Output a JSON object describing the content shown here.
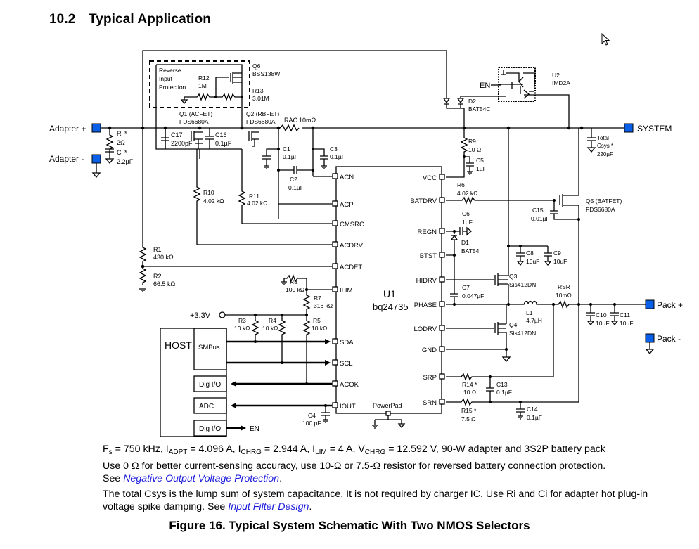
{
  "section": {
    "number": "10.2",
    "title": "Typical Application"
  },
  "schematic": {
    "terminals": {
      "adapter_plus": "Adapter +",
      "adapter_minus": "Adapter -",
      "system": "SYSTEM",
      "pack_plus": "Pack +",
      "pack_minus": "Pack -"
    },
    "terminal_color": "#0a5fe8",
    "protection_box": {
      "line1": "Reverse",
      "line2": "Input",
      "line3": "Protection"
    },
    "components": {
      "q6": {
        "ref": "Q6",
        "part": "BSS138W"
      },
      "r12": {
        "ref": "R12",
        "value": "1M"
      },
      "r13": {
        "ref": "R13",
        "value": "3.01M"
      },
      "q1": {
        "ref": "Q1 (ACFET)",
        "part": "FDS6680A"
      },
      "q2": {
        "ref": "Q2 (RBFET)",
        "part": "FDS6680A"
      },
      "c17": {
        "ref": "C17",
        "value": "2200pF"
      },
      "c16": {
        "ref": "C16",
        "value": "0.1µF"
      },
      "ri": {
        "ref": "Ri *",
        "value": "2Ω"
      },
      "ci": {
        "ref": "Ci *",
        "value": "2.2µF"
      },
      "rac": {
        "ref": "RAC",
        "value": "10mΩ"
      },
      "c1": {
        "ref": "C1",
        "value": "0.1µF"
      },
      "c2": {
        "ref": "C2",
        "value": "0.1µF"
      },
      "c3": {
        "ref": "C3",
        "value": "0.1µF"
      },
      "d2": {
        "ref": "D2",
        "part": "BAT54C"
      },
      "u2": {
        "ref": "U2",
        "part": "IMD2A"
      },
      "en_label": "EN",
      "r9": {
        "ref": "R9",
        "value": "10 Ω"
      },
      "c5": {
        "ref": "C5",
        "value": "1µF"
      },
      "csys": {
        "line1": "Total",
        "line2": "Csys *",
        "value": "220µF"
      },
      "r10": {
        "ref": "R10",
        "value": "4.02 kΩ"
      },
      "r11": {
        "ref": "R11",
        "value": "4.02 kΩ"
      },
      "r1": {
        "ref": "R1",
        "value": "430 kΩ"
      },
      "r2": {
        "ref": "R2",
        "value": "66.5 kΩ"
      },
      "r8": {
        "ref": "R8",
        "value": "100 kΩ"
      },
      "r7": {
        "ref": "R7",
        "value": "316 kΩ"
      },
      "r3": {
        "ref": "R3",
        "value": "10 kΩ"
      },
      "r4": {
        "ref": "R4",
        "value": "10 kΩ"
      },
      "r5": {
        "ref": "R5",
        "value": "10 kΩ"
      },
      "v33": "+3.3V",
      "r6": {
        "ref": "R6",
        "value": "4.02 kΩ"
      },
      "c6": {
        "ref": "C6",
        "value": "1µF"
      },
      "d1": {
        "ref": "D1",
        "part": "BAT54"
      },
      "c7": {
        "ref": "C7",
        "value": "0.047µF"
      },
      "c8": {
        "ref": "C8",
        "value": "10uF"
      },
      "c9": {
        "ref": "C9",
        "value": "10uF"
      },
      "q5": {
        "ref": "Q5 (BATFET)",
        "part": "FDS6680A"
      },
      "c15": {
        "ref": "C15",
        "value": "0.01µF"
      },
      "q3": {
        "ref": "Q3",
        "part": "Sis412DN"
      },
      "q4": {
        "ref": "Q4",
        "part": "Sis412DN"
      },
      "rsr": {
        "ref": "RSR",
        "value": "10mΩ"
      },
      "l1": {
        "ref": "L1",
        "value": "4.7µH"
      },
      "c10": {
        "ref": "C10",
        "value": "10µF"
      },
      "c11": {
        "ref": "C11",
        "value": "10µF"
      },
      "r14": {
        "ref": "R14 *",
        "value": "10 Ω"
      },
      "r15": {
        "ref": "R15 *",
        "value": "7.5 Ω"
      },
      "c13": {
        "ref": "C13",
        "value": "0.1µF"
      },
      "c14": {
        "ref": "C14",
        "value": "0.1µF"
      },
      "c4": {
        "ref": "C4",
        "value": "100 pF"
      }
    },
    "ic": {
      "ref": "U1",
      "part": "bq24735",
      "left_pins": [
        "ACN",
        "ACP",
        "CMSRC",
        "ACDRV",
        "ACDET",
        "ILIM",
        "SDA",
        "SCL",
        "ACOK",
        "IOUT"
      ],
      "right_pins": [
        "VCC",
        "BATDRV",
        "REGN",
        "BTST",
        "HIDRV",
        "PHASE",
        "LODRV",
        "GND",
        "SRP",
        "SRN"
      ],
      "powerpad": "PowerPad"
    },
    "host": {
      "title": "HOST",
      "blocks": [
        "SMBus",
        "Dig I/O",
        "ADC",
        "Dig I/O"
      ],
      "en_out": "EN"
    }
  },
  "notes": {
    "line1": {
      "fs": "F",
      "fs_sub": "s",
      "fs_val": " = 750 kHz, I",
      "adpt_sub": "ADPT",
      "adpt_val": " = 4.096 A, I",
      "chrg_sub": "CHRG",
      "chrg_val": " = 2.944 A, I",
      "lim_sub": "LIM",
      "lim_val": " = 4 A, V",
      "vchrg_sub": "CHRG",
      "vchrg_val": " = 12.592 V, 90-W adapter and 3S2P battery pack"
    },
    "line2": "Use 0 Ω for better current-sensing accuracy, use 10-Ω or 7.5-Ω resistor for reversed battery connection protection.",
    "line3_prefix": "See ",
    "line3_link": "Negative Output Voltage Protection",
    "line3_suffix": ".",
    "para2": "The total Csys is the lump sum of system capacitance. It is not required by charger IC. Use Ri and Ci for adapter hot plug-in voltage spike damping. See ",
    "para2_link": "Input Filter Design",
    "para2_suffix": "."
  },
  "figure_caption": "Figure 16.  Typical System Schematic With Two NMOS Selectors"
}
